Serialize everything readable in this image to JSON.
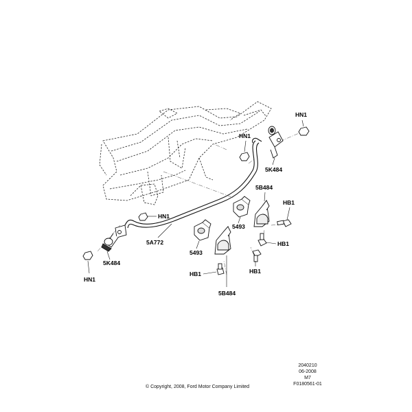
{
  "labels": {
    "hn1_top_right": "HN1",
    "hn1_upper": "HN1",
    "hn1_mid": "HN1",
    "hn1_bottom_left": "HN1",
    "k484_right": "5K484",
    "k484_left": "5K484",
    "b484_upper": "5B484",
    "b484_lower": "5B484",
    "bushing_right": "5493",
    "bushing_left": "5493",
    "hb1_a": "HB1",
    "hb1_b": "HB1",
    "hb1_c": "HB1",
    "hb1_d": "HB1",
    "bar": "5A772"
  },
  "info_block": [
    "2040210",
    "06-2008",
    "M7",
    "F0180561-01"
  ],
  "copyright": "© Copyright, 2008, Ford Motor Company Limited"
}
